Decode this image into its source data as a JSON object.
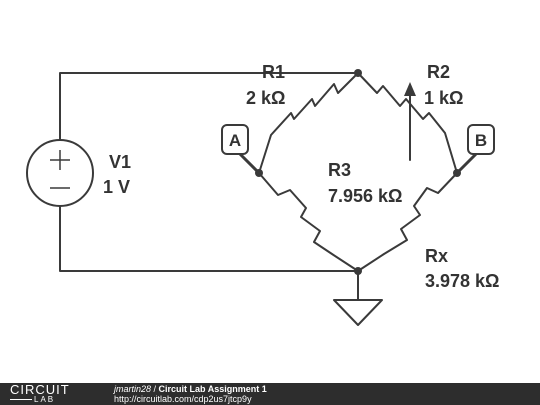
{
  "components": {
    "v1": {
      "name": "V1",
      "value": "1 V"
    },
    "r1": {
      "name": "R1",
      "value": "2 kΩ"
    },
    "r2": {
      "name": "R2",
      "value": "1 kΩ"
    },
    "r3": {
      "name": "R3",
      "value": "7.956 kΩ"
    },
    "rx": {
      "name": "Rx",
      "value": "3.978 kΩ"
    }
  },
  "probes": {
    "a": "A",
    "b": "B"
  },
  "source_symbols": {
    "plus": "+",
    "minus": "−"
  },
  "footer": {
    "logo_top": "CIRCUIT",
    "logo_bottom": "LAB",
    "author": "jmartin28",
    "separator": " / ",
    "title": "Circuit Lab Assignment 1",
    "url": "http://circuitlab.com/cdp2us7jtcp9y"
  },
  "colors": {
    "line": "#3a3a3a",
    "text": "#333333",
    "footer_bg": "#2d2d2d"
  }
}
